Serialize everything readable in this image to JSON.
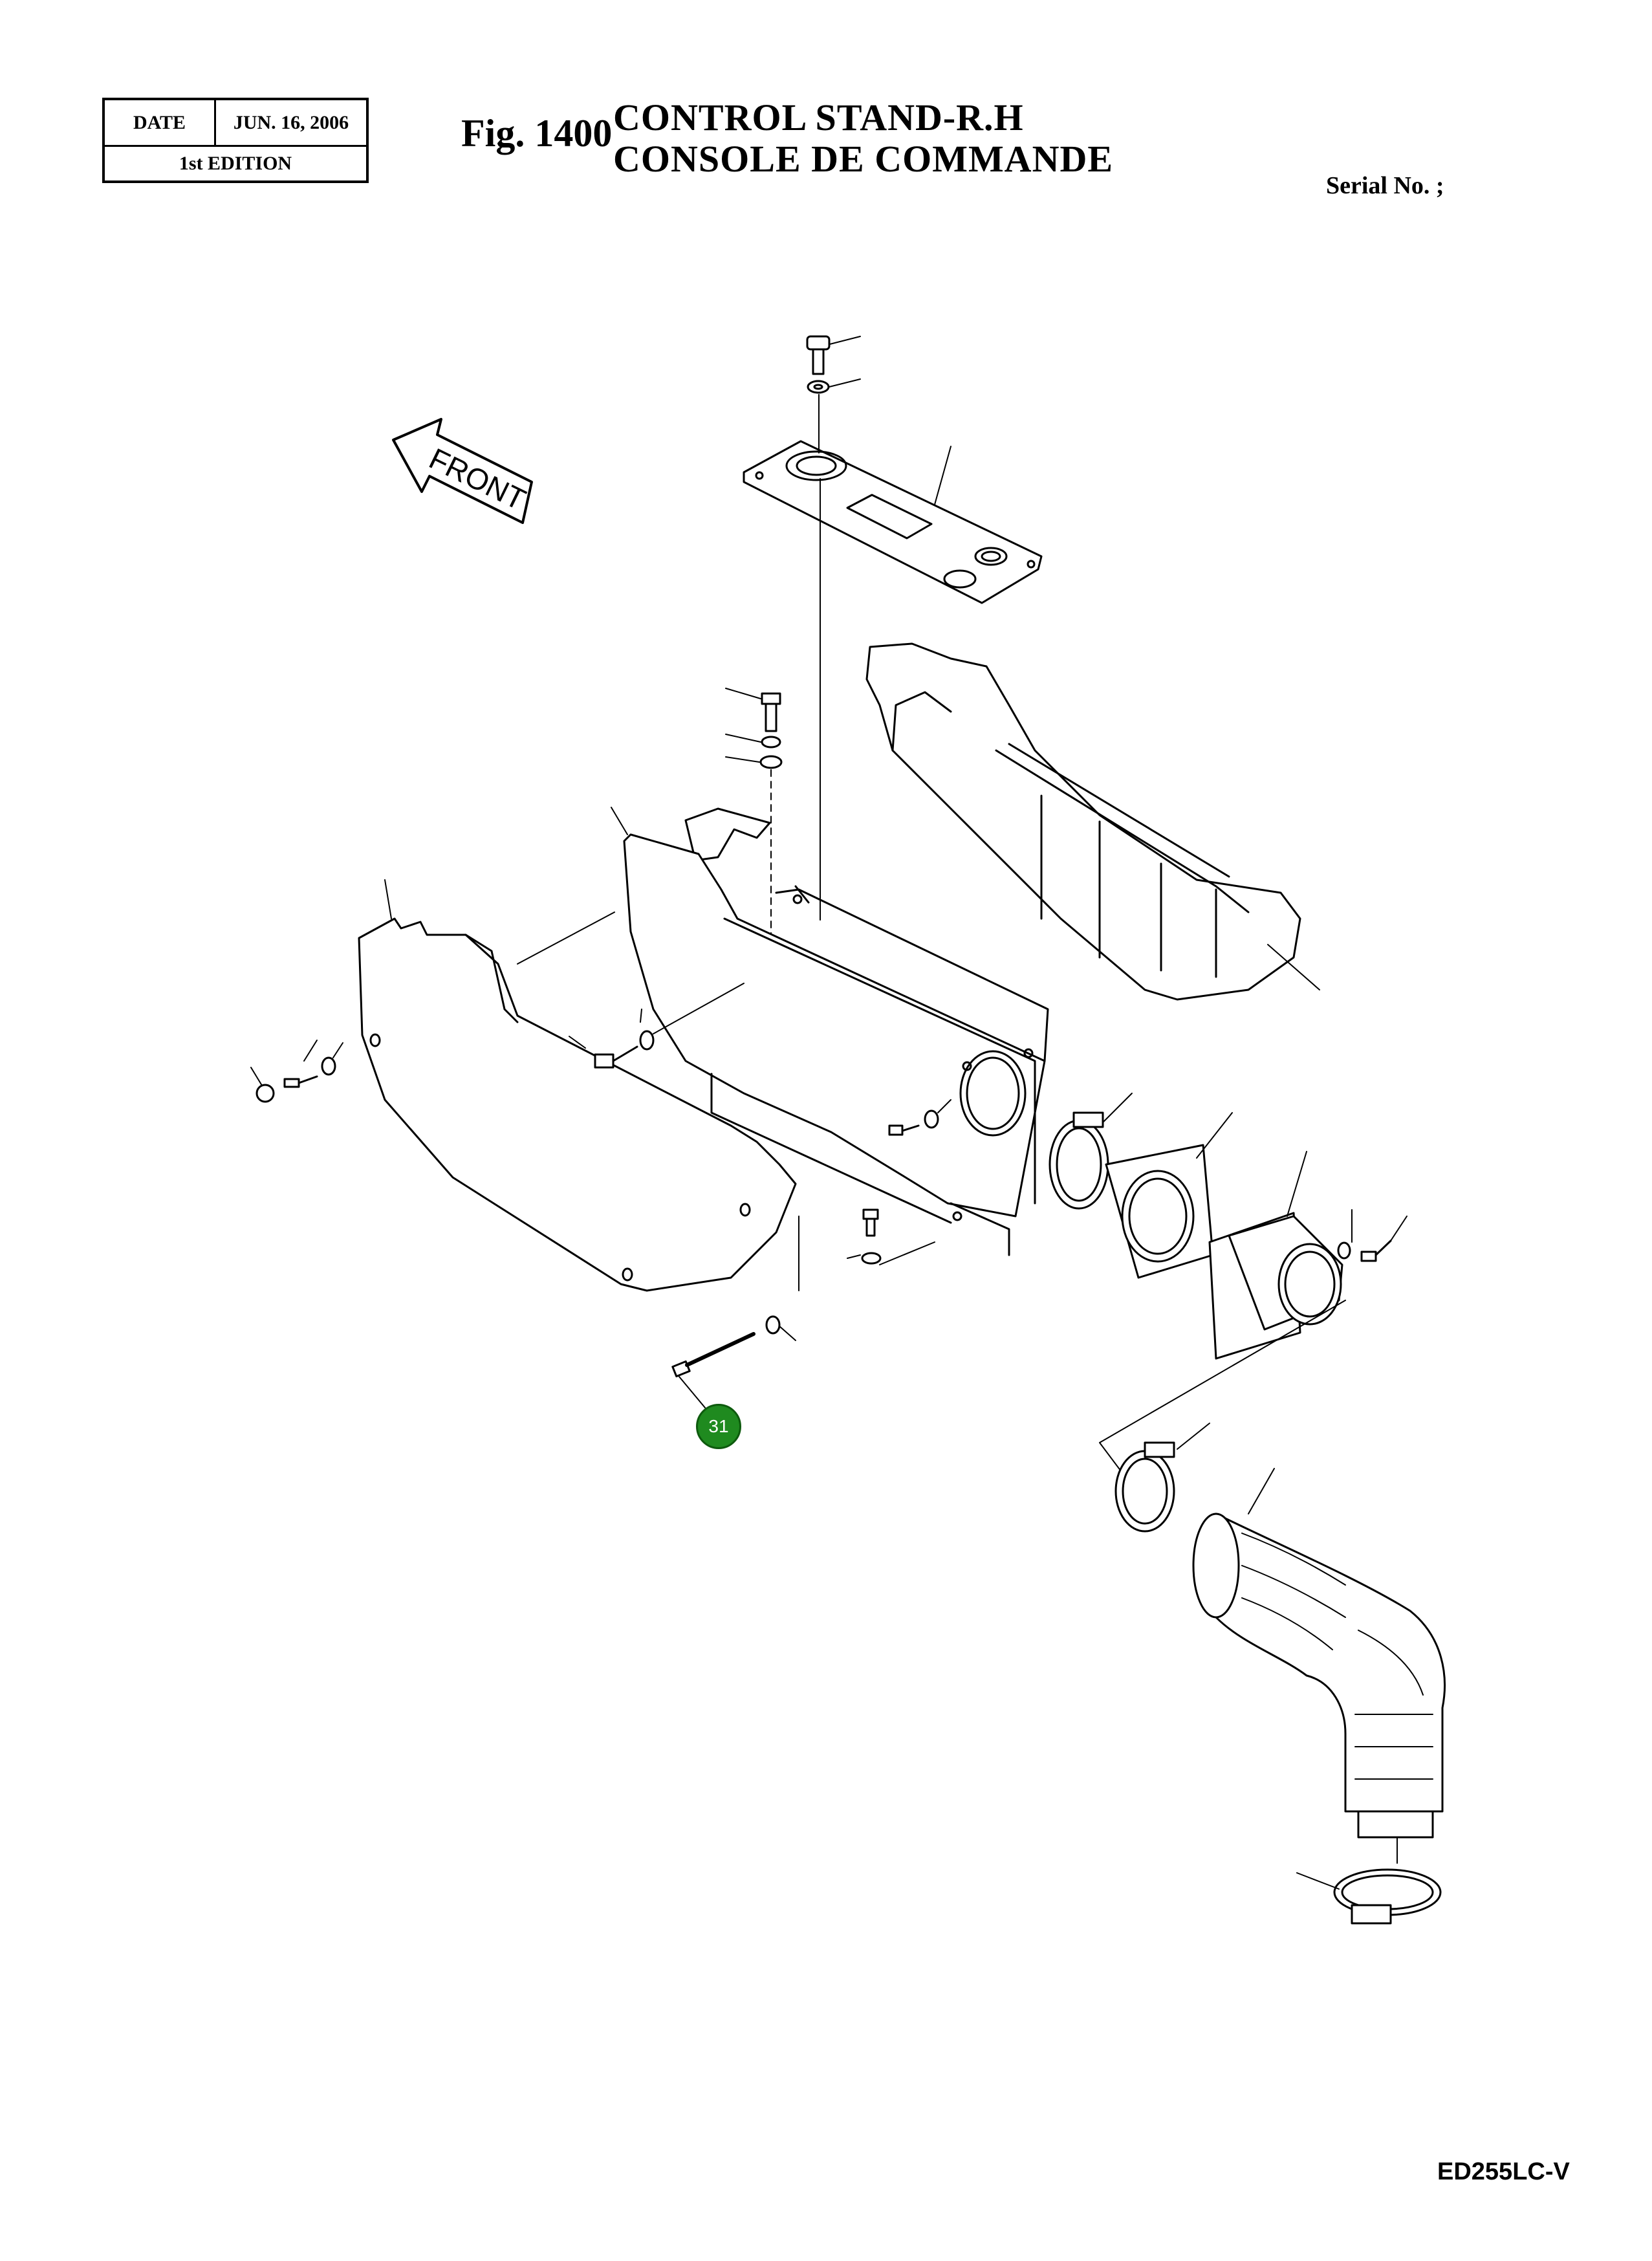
{
  "header": {
    "date_label": "DATE",
    "date_value": "JUN. 16, 2006",
    "edition": "1st EDITION",
    "fig_label": "Fig. 1400",
    "title_en": "CONTROL  STAND-R.H",
    "title_fr": "CONSOLE  DE  COMMANDE",
    "serial": "Serial No. ;"
  },
  "diagram": {
    "front_arrow_label": "FRONT",
    "callout": "31",
    "callout_color": "#1f8a1f",
    "line_color": "#000000"
  },
  "footer": {
    "model_code": "ED255LC-V"
  }
}
